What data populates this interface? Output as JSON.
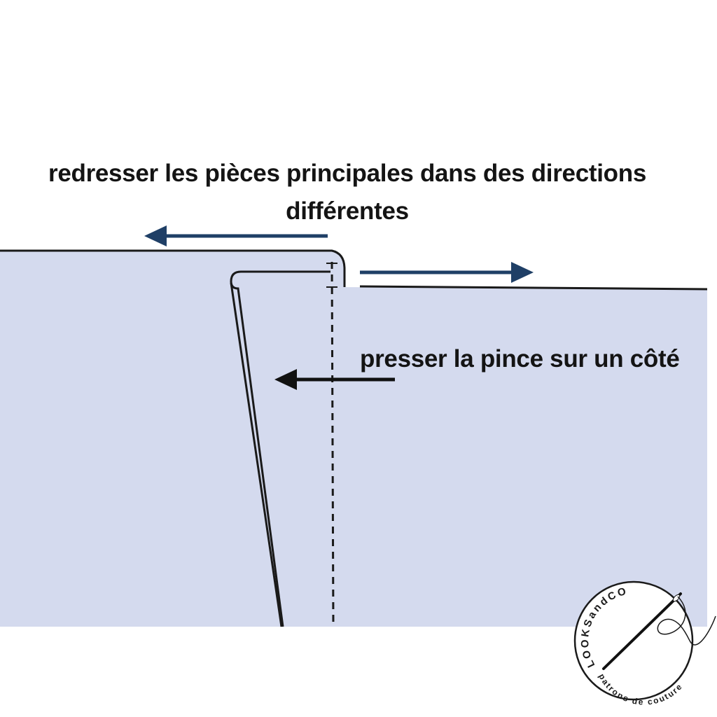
{
  "labels": {
    "straighten_line1": "redresser les pièces principales dans des directions",
    "straighten_line2": "différentes",
    "press_dart": "presser la pince sur un côté"
  },
  "logo": {
    "brand": "LOOKSandCO",
    "tagline": "patrons de couture"
  },
  "colors": {
    "fabric": "#d4daee",
    "outline": "#1a1a1a",
    "arrow_blue": "#1f3f66",
    "arrow_black": "#111111",
    "background": "#ffffff"
  }
}
